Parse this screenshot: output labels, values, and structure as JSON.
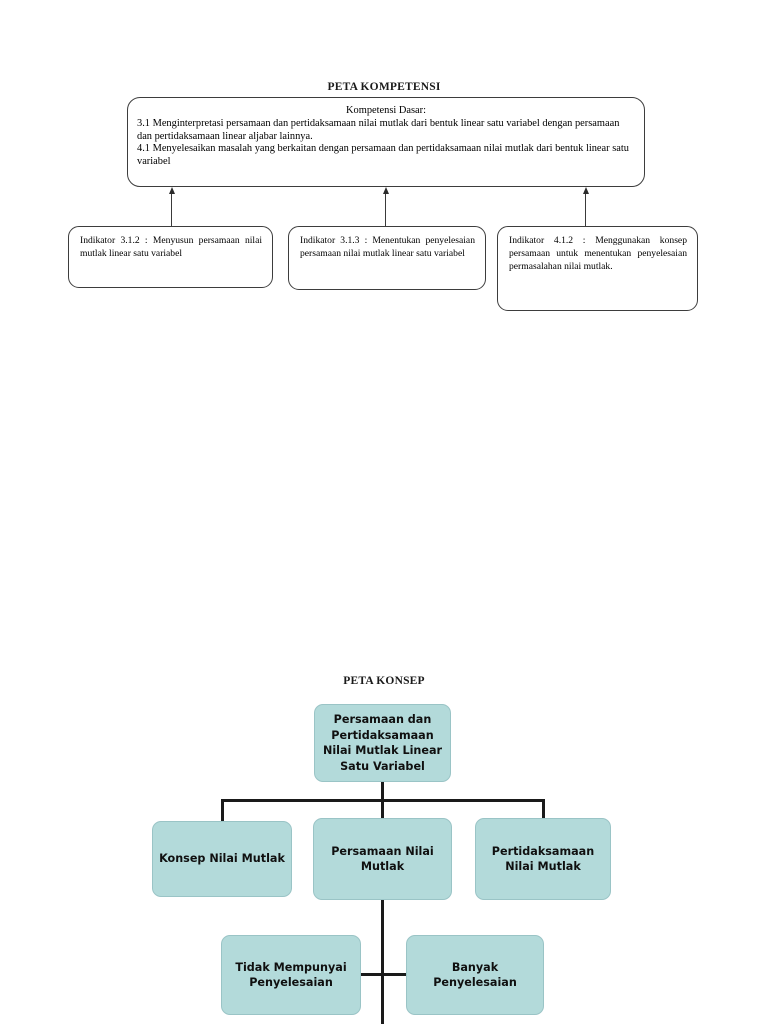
{
  "competency_map": {
    "heading": "PETA KOMPETENSI",
    "kd_box": {
      "title": "Kompetensi Dasar:",
      "lines": [
        "3.1 Menginterpretasi persamaan dan pertidaksamaan nilai mutlak dari bentuk linear satu variabel dengan persamaan dan pertidaksamaan linear aljabar lainnya.",
        "4.1 Menyelesaikan masalah yang berkaitan dengan persamaan dan pertidaksamaan nilai mutlak dari bentuk linear satu variabel"
      ]
    },
    "indicators": [
      {
        "text": "Indikator 3.1.2 : Menyusun persamaan nilai mutlak linear satu variabel"
      },
      {
        "text": "Indikator 3.1.3 : Menentukan penyelesaian persamaan nilai mutlak linear satu variabel"
      },
      {
        "text": "Indikator 4.1.2 : Menggunakan konsep persamaan untuk menentukan penyelesaian permasalahan nilai mutlak."
      }
    ]
  },
  "concept_map": {
    "heading": "PETA KONSEP",
    "node_fill_color": "#b3dada",
    "node_border_color": "#9ac4c6",
    "connector_color": "#1a1a1a",
    "root": "Persamaan dan Pertidaksamaan Nilai Mutlak Linear Satu Variabel",
    "level2": [
      "Konsep Nilai Mutlak",
      "Persamaan Nilai Mutlak",
      "Pertidaksamaan Nilai Mutlak"
    ],
    "level3": [
      "Tidak Mempunyai Penyelesaian",
      "Banyak Penyelesaian"
    ]
  }
}
